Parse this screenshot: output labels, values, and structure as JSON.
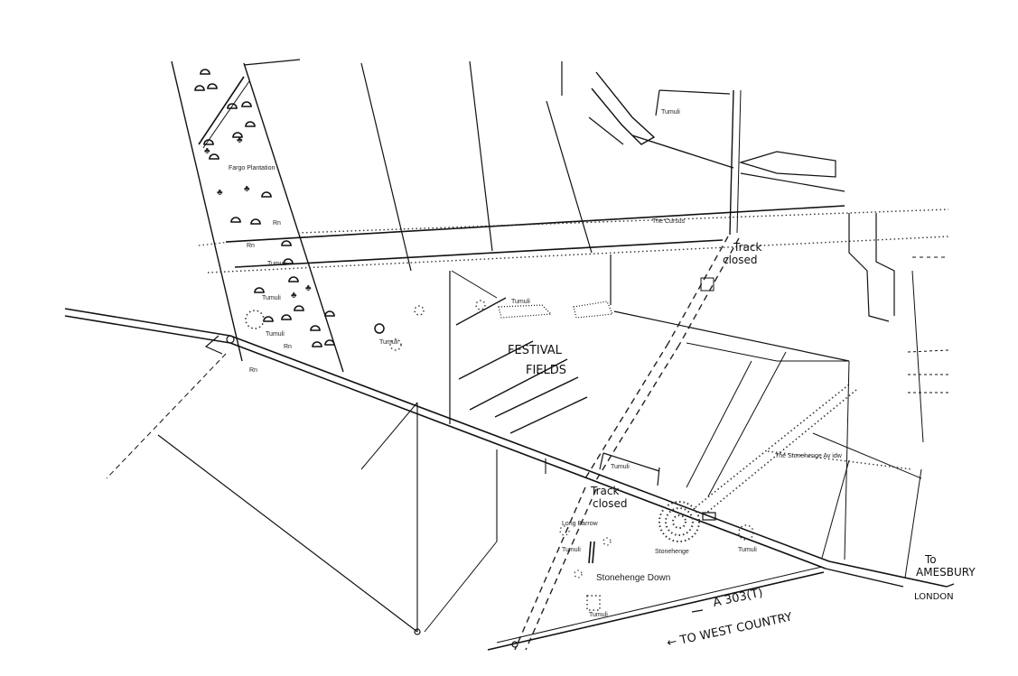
{
  "labels": {
    "festival_fields_1": "FESTIVAL",
    "festival_fields_2": "FIELDS",
    "track_closed_north_1": "Track",
    "track_closed_north_2": "closed",
    "track_closed_south_1": "Track",
    "track_closed_south_2": "closed",
    "to_amesbury_1": "To",
    "to_amesbury_2": "AMESBURY",
    "london": "LONDON",
    "a303": "A 303(T)",
    "to_west_country": "← TO WEST COUNTRY",
    "stonehenge": "Stonehenge",
    "stonehenge_down": "Stonehenge Down",
    "long_barrow": "Long Barrow",
    "the_stonehenge_avenue": "The Stonehenge Av idw",
    "cursus": "The Cursus",
    "tumulus": "Tumuli",
    "forge_plantation": "Fargo Plantation",
    "rn_mark": "Rn"
  },
  "colors": {
    "ink": "#111111",
    "paper": "#ffffff"
  }
}
